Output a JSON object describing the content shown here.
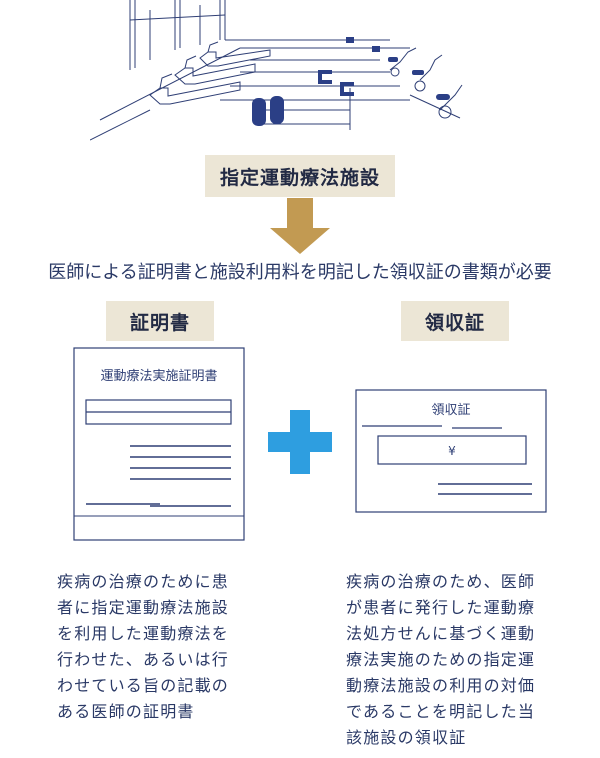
{
  "facility": {
    "label": "指定運動療法施設"
  },
  "requirement": {
    "text": "医師による証明書と施設利用料を明記した領収証の書類が必要"
  },
  "certificate": {
    "tag": "証明書",
    "doc_title": "運動療法実施証明書",
    "description_lines": [
      "疾病の治療のために患",
      "者に指定運動療法施設",
      "を利用した運動療法を",
      "行わせた、あるいは行",
      "わせている旨の記載の",
      "ある医師の証明書"
    ]
  },
  "receipt": {
    "tag": "領収証",
    "doc_title": "領収証",
    "currency_symbol": "¥",
    "description_lines": [
      "疾病の治療のため、医師",
      "が患者に発行した運動療",
      "法処方せんに基づく運動",
      "療法実施のための指定運",
      "動療法施設の利用の対価",
      "であることを明記した当",
      "該施設の領収証"
    ]
  },
  "colors": {
    "line": "#2f3f75",
    "accent_navy": "#2b3f86",
    "tag_bg": "#ece6d6",
    "arrow": "#c29a52",
    "plus": "#2e9ee0"
  },
  "icons": {
    "illustration": "gym-equipment-illustration",
    "arrow": "arrow-down-icon",
    "plus": "plus-icon"
  }
}
